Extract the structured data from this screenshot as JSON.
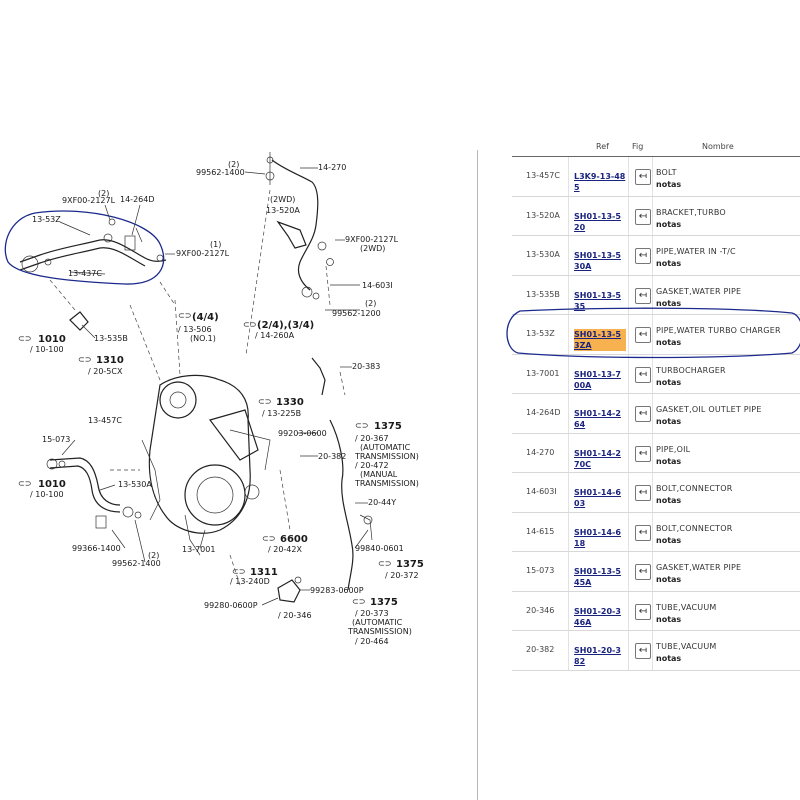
{
  "diagram": {
    "labels": [
      {
        "id": "l-13-270",
        "text": "14-270"
      },
      {
        "id": "l-99562-1400-top",
        "text": "99562-1400"
      },
      {
        "id": "l-2-a",
        "text": "(2)"
      },
      {
        "id": "l-2wd-a",
        "text": "(2WD)"
      },
      {
        "id": "l-13-520a",
        "text": "13-520A"
      },
      {
        "id": "l-9xf00-2127l-a",
        "text": "9XF00-2127L"
      },
      {
        "id": "l-2wd-b",
        "text": "(2WD)"
      },
      {
        "id": "l-14-603i",
        "text": "14-603I"
      },
      {
        "id": "l-99562-1200",
        "text": "99562-1200"
      },
      {
        "id": "l-2-b",
        "text": "(2)"
      },
      {
        "id": "l-14-264d",
        "text": "14-264D"
      },
      {
        "id": "l-9xf00-2127l-b",
        "text": "9XF00-2127L"
      },
      {
        "id": "l-2-c",
        "text": "(2)"
      },
      {
        "id": "l-13-53z",
        "text": "13-53Z"
      },
      {
        "id": "l-9xf00-2127l-c",
        "text": "9XF00-2127L"
      },
      {
        "id": "l-1-a",
        "text": "(1)"
      },
      {
        "id": "l-13-437c",
        "text": "13-437C"
      },
      {
        "id": "l-13-535b",
        "text": "13-535B"
      },
      {
        "id": "l-13-506",
        "text": "/ 13-506"
      },
      {
        "id": "l-no1",
        "text": "(NO.1)"
      },
      {
        "id": "l-14-260a",
        "text": "/ 14-260A"
      },
      {
        "id": "l-10-100-a",
        "text": "/ 10-100"
      },
      {
        "id": "l-20-5cx",
        "text": "/ 20-5CX"
      },
      {
        "id": "l-20-383",
        "text": "20-383"
      },
      {
        "id": "l-13-225b",
        "text": "/ 13-225B"
      },
      {
        "id": "l-13-457c",
        "text": "13-457C"
      },
      {
        "id": "l-15-073",
        "text": "15-073"
      },
      {
        "id": "l-99203-0600",
        "text": "99203-0600"
      },
      {
        "id": "l-20-382",
        "text": "20-382"
      },
      {
        "id": "l-20-367",
        "text": "/ 20-367"
      },
      {
        "id": "l-auto-a",
        "text": "(AUTOMATIC"
      },
      {
        "id": "l-trans-a",
        "text": "TRANSMISSION)"
      },
      {
        "id": "l-20-472",
        "text": "/ 20-472"
      },
      {
        "id": "l-manual",
        "text": "(MANUAL"
      },
      {
        "id": "l-trans-b",
        "text": "TRANSMISSION)"
      },
      {
        "id": "l-10-100-b",
        "text": "/ 10-100"
      },
      {
        "id": "l-13-530a",
        "text": "13-530A"
      },
      {
        "id": "l-20-44y",
        "text": "20-44Y"
      },
      {
        "id": "l-99366-1400",
        "text": "99366-1400"
      },
      {
        "id": "l-2-d",
        "text": "(2)"
      },
      {
        "id": "l-99562-1400-bot",
        "text": "99562-1400"
      },
      {
        "id": "l-13-7001",
        "text": "13-7001"
      },
      {
        "id": "l-20-42x",
        "text": "/ 20-42X"
      },
      {
        "id": "l-99840-0601",
        "text": "99840-0601"
      },
      {
        "id": "l-20-372",
        "text": "/ 20-372"
      },
      {
        "id": "l-13-240d",
        "text": "/ 13-240D"
      },
      {
        "id": "l-99283-0600p",
        "text": "99283-0600P"
      },
      {
        "id": "l-99280-0600p",
        "text": "99280-0600P"
      },
      {
        "id": "l-20-346",
        "text": "/ 20-346"
      },
      {
        "id": "l-20-373",
        "text": "/ 20-373"
      },
      {
        "id": "l-auto-b",
        "text": "(AUTOMATIC"
      },
      {
        "id": "l-trans-c",
        "text": "TRANSMISSION)"
      },
      {
        "id": "l-20-464",
        "text": "/ 20-464"
      }
    ],
    "refs": [
      {
        "id": "r-44",
        "text": "(4/4)"
      },
      {
        "id": "r-24-34",
        "text": "(2/4),(3/4)"
      },
      {
        "id": "r-1010-a",
        "text": "1010"
      },
      {
        "id": "r-1310",
        "text": "1310"
      },
      {
        "id": "r-1330",
        "text": "1330"
      },
      {
        "id": "r-1375-a",
        "text": "1375"
      },
      {
        "id": "r-1010-b",
        "text": "1010"
      },
      {
        "id": "r-6600",
        "text": "6600"
      },
      {
        "id": "r-1375-b",
        "text": "1375"
      },
      {
        "id": "r-1311",
        "text": "1311"
      },
      {
        "id": "r-1375-c",
        "text": "1375"
      }
    ]
  },
  "table": {
    "headers": {
      "ref": "Ref",
      "fig": "Fig",
      "name": "Nombre"
    },
    "notes_label": "notas",
    "rows": [
      {
        "code": "13-457C",
        "ref": "L3K9-13-485",
        "name": "BOLT",
        "highlight": false
      },
      {
        "code": "13-520A",
        "ref": "SH01-13-520",
        "name": "BRACKET,TURBO",
        "highlight": false
      },
      {
        "code": "13-530A",
        "ref": "SH01-13-530A",
        "name": "PIPE,WATER IN -T/C",
        "highlight": false
      },
      {
        "code": "13-535B",
        "ref": "SH01-13-535",
        "name": "GASKET,WATER PIPE",
        "highlight": false
      },
      {
        "code": "13-53Z",
        "ref": "SH01-13-53ZA",
        "name": "PIPE,WATER TURBO CHARGER",
        "highlight": true
      },
      {
        "code": "13-7001",
        "ref": "SH01-13-700A",
        "name": "TURBOCHARGER",
        "highlight": false
      },
      {
        "code": "14-264D",
        "ref": "SH01-14-264",
        "name": "GASKET,OIL OUTLET PIPE",
        "highlight": false
      },
      {
        "code": "14-270",
        "ref": "SH01-14-270C",
        "name": "PIPE,OIL",
        "highlight": false
      },
      {
        "code": "14-603I",
        "ref": "SH01-14-603",
        "name": "BOLT,CONNECTOR",
        "highlight": false
      },
      {
        "code": "14-615",
        "ref": "SH01-14-618",
        "name": "BOLT,CONNECTOR",
        "highlight": false
      },
      {
        "code": "15-073",
        "ref": "SH01-13-545A",
        "name": "GASKET,WATER PIPE",
        "highlight": false
      },
      {
        "code": "20-346",
        "ref": "SH01-20-346A",
        "name": "TUBE,VACUUM",
        "highlight": false
      },
      {
        "code": "20-382",
        "ref": "SH01-20-382",
        "name": "TUBE,VACUUM",
        "highlight": false
      }
    ]
  },
  "colors": {
    "annotation": "#1b2a8c",
    "highlight": "#f7b24f",
    "link": "#1a237e"
  }
}
